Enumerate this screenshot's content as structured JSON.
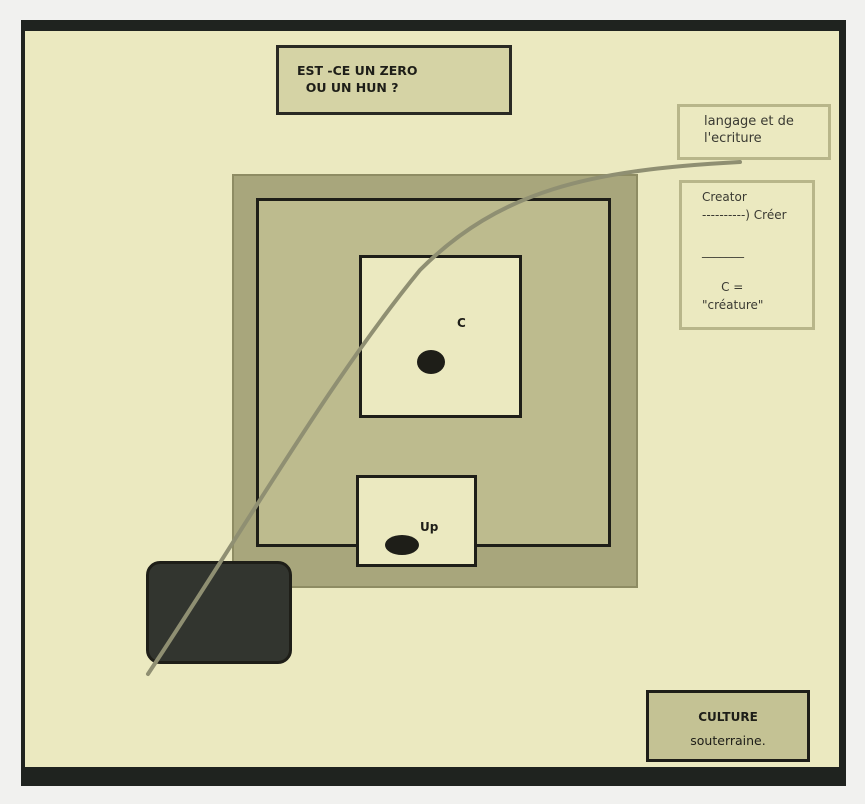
{
  "title": "EST -CE UN ZERO\n  OU UN HUN ?",
  "lang_note": "langage et de\nl'ecriture",
  "creator_note": "Creator\n----------) Créer\n\n_______\n\n     C =\n\"créature\"",
  "label_c": "C",
  "label_up": "Up",
  "culture": {
    "title": "CULTURE",
    "subtitle": "souterraine."
  },
  "colors": {
    "background": "#ebe9c0",
    "frame": "#1f231f",
    "outer_square": "#a8a67c",
    "inner_square": "#bdbb8e",
    "curve": "#8f8f72"
  }
}
